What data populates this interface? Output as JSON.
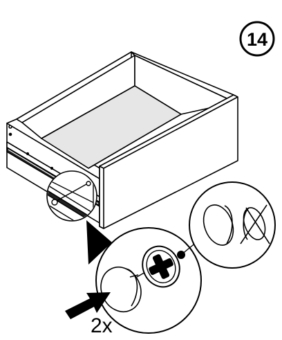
{
  "step": {
    "number": "14"
  },
  "quantity": {
    "label": "2x"
  },
  "icons": {
    "step_badge": "step-number-circle",
    "drawer": "drawer-box-illustration",
    "magnifier": "detail-zoom-circle",
    "knob": "knob-illustration",
    "screw": "phillips-screw-icon",
    "wrong_orientation": "crossed-out-knob-icon",
    "arrow": "push-arrow-icon"
  }
}
